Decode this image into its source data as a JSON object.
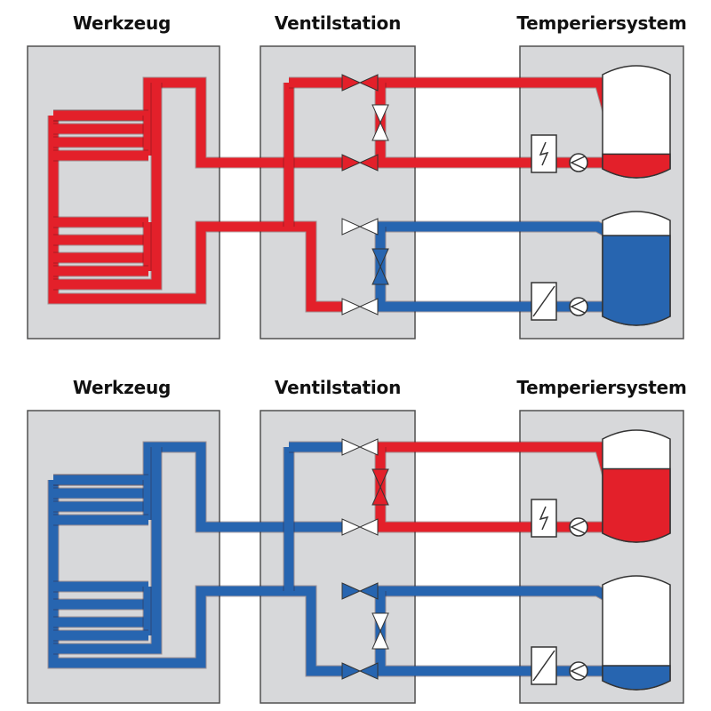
{
  "top_panel": {
    "mode": "hot",
    "headings": {
      "tool": "Werkzeug",
      "valves": "Ventilstation",
      "system": "Temperiersystem"
    }
  },
  "bottom_panel": {
    "mode": "cold",
    "headings": {
      "tool": "Werkzeug",
      "valves": "Ventilstation",
      "system": "Temperiersystem"
    }
  },
  "colors": {
    "hot": "#e3202a",
    "cold": "#2765b0",
    "box_fill": "#d7d8da",
    "box_stroke": "#505050",
    "tank_fill": "#ffffff"
  },
  "icons": {
    "heater": "heater-icon",
    "cooler": "cooler-icon",
    "pump": "pump-icon",
    "valve": "valve-icon",
    "tank": "tank-icon"
  }
}
